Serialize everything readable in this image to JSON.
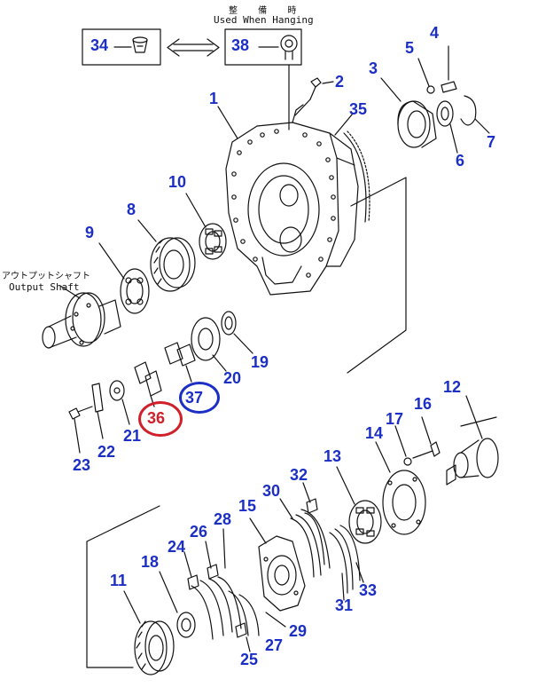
{
  "header": {
    "japanese": "整 備 時",
    "english": "Used When Hanging"
  },
  "output_shaft": {
    "japanese": "アウトプットシャフト",
    "english": "Output Shaft"
  },
  "colors": {
    "label_blue": "#1b2fc4",
    "highlight_red": "#d0202a",
    "line": "#111111"
  },
  "parts": {
    "p1": "1",
    "p2": "2",
    "p3": "3",
    "p4": "4",
    "p5": "5",
    "p6": "6",
    "p7": "7",
    "p8": "8",
    "p9": "9",
    "p10": "10",
    "p11": "11",
    "p12": "12",
    "p13": "13",
    "p14": "14",
    "p15": "15",
    "p16": "16",
    "p17": "17",
    "p18": "18",
    "p19": "19",
    "p20": "20",
    "p21": "21",
    "p22": "22",
    "p23": "23",
    "p24": "24",
    "p25": "25",
    "p26": "26",
    "p27": "27",
    "p28": "28",
    "p29": "29",
    "p30": "30",
    "p31": "31",
    "p32": "32",
    "p33": "33",
    "p34": "34",
    "p35": "35",
    "p36": "36",
    "p37": "37",
    "p38": "38"
  }
}
